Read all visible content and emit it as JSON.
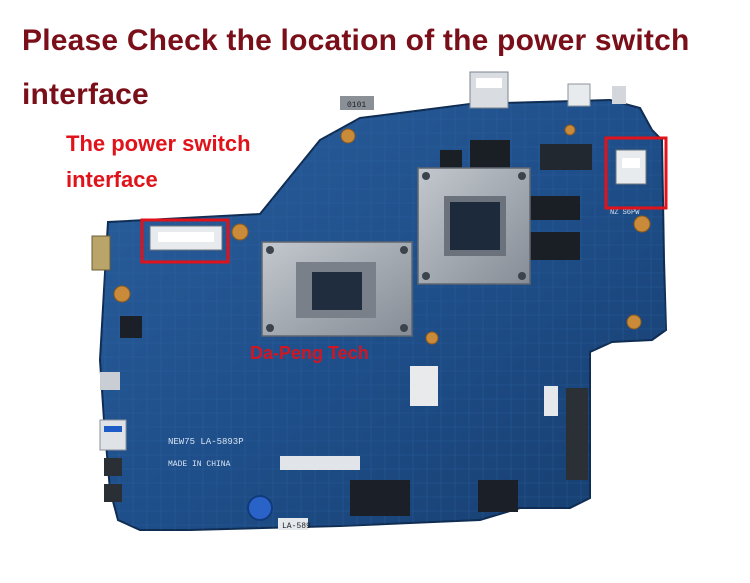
{
  "headline": "Please Check the location of the power switch interface",
  "callout": "The power switch interface",
  "watermark": "Da-Peng Tech",
  "colors": {
    "headline": "#7a0f1a",
    "callout": "#e0121a",
    "highlight_box": "#e0121a",
    "pcb_blue": "#1f4f8a",
    "heatsink_gray": "#9ea5ad"
  },
  "board_text": {
    "model": "NEW75 LA-5893P",
    "origin": "MADE IN CHINA",
    "short_label": "LA-589",
    "chip_mark": "0101",
    "corner_mark": "NZ S6PW"
  }
}
